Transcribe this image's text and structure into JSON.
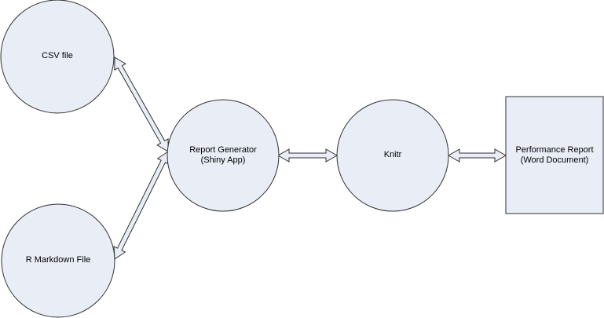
{
  "colors": {
    "node_fill": "#e8edf6",
    "node_stroke": "#303030",
    "arrow_fill": "#e8edf6",
    "arrow_stroke": "#303030",
    "background": "#ffffff"
  },
  "nodes": {
    "csv": {
      "shape": "circle",
      "lines": [
        "CSV file"
      ]
    },
    "rmarkdown": {
      "shape": "circle",
      "lines": [
        "R Markdown File"
      ]
    },
    "generator": {
      "shape": "circle",
      "lines": [
        "Report Generator",
        "(Shiny App)"
      ]
    },
    "knitr": {
      "shape": "circle",
      "lines": [
        "Knitr"
      ]
    },
    "report": {
      "shape": "rectangle",
      "lines": [
        "Performance Report",
        "(Word Document)"
      ]
    }
  },
  "edges": [
    {
      "from": "csv",
      "to": "generator",
      "style": "double-headed block arrow"
    },
    {
      "from": "rmarkdown",
      "to": "generator",
      "style": "double-headed block arrow"
    },
    {
      "from": "generator",
      "to": "knitr",
      "style": "double-headed block arrow"
    },
    {
      "from": "knitr",
      "to": "report",
      "style": "double-headed block arrow"
    }
  ]
}
